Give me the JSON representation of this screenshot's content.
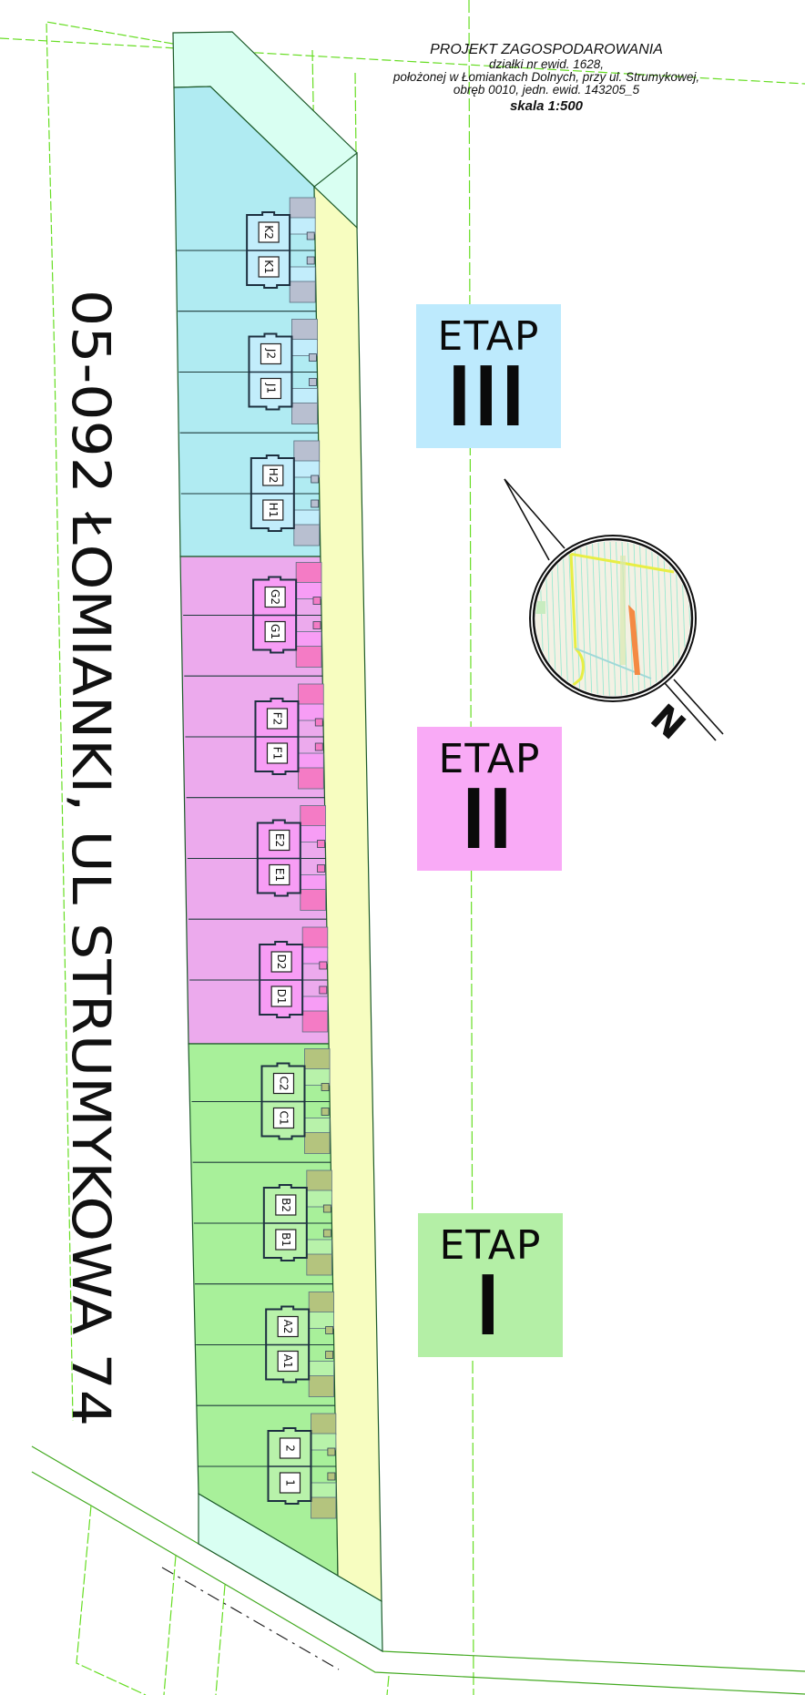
{
  "title": {
    "heading": "PROJEKT ZAGOSPODAROWANIA",
    "line1": "działki nr ewid. 1628,",
    "line2": "położonej w Łomiankach Dolnych, przy ul. Strumykowej,",
    "line3": "obręb 0010, jedn. ewid. 143205_5",
    "scale": "skala 1:500"
  },
  "address": "05-092 ŁOMIANKI, UL STRUMYKOWA 74",
  "compass": {
    "north_label": "N"
  },
  "stages": [
    {
      "label": "ETAP",
      "numeral": "III",
      "color": "#bdeafd"
    },
    {
      "label": "ETAP",
      "numeral": "II",
      "color": "#f9aaf6"
    },
    {
      "label": "ETAP",
      "numeral": "I",
      "color": "#b4efa6"
    }
  ],
  "colors": {
    "stage3_lot": "#b0ebf2",
    "stage3_building": "#c2edfb",
    "stage3_garage": "#b8bfd0",
    "stage2_lot": "#ecaaed",
    "stage2_building": "#f79df5",
    "stage2_garage": "#f47bc5",
    "stage1_lot": "#a8f09a",
    "stage1_building": "#b8f2aa",
    "stage1_garage": "#b4c47e",
    "access_road": "#f7fdc0",
    "road_strip": "#d9fff2",
    "plot_line": "#66dd22"
  },
  "buildings": [
    {
      "stage": 3,
      "upper": "K2",
      "lower": "K1"
    },
    {
      "stage": 3,
      "upper": "J2",
      "lower": "J1"
    },
    {
      "stage": 3,
      "upper": "H2",
      "lower": "H1"
    },
    {
      "stage": 2,
      "upper": "G2",
      "lower": "G1"
    },
    {
      "stage": 2,
      "upper": "F2",
      "lower": "F1"
    },
    {
      "stage": 2,
      "upper": "E2",
      "lower": "E1"
    },
    {
      "stage": 2,
      "upper": "D2",
      "lower": "D1"
    },
    {
      "stage": 1,
      "upper": "C2",
      "lower": "C1"
    },
    {
      "stage": 1,
      "upper": "B2",
      "lower": "B1"
    },
    {
      "stage": 1,
      "upper": "A2",
      "lower": "A1"
    },
    {
      "stage": 1,
      "upper": "2",
      "lower": "1"
    }
  ]
}
